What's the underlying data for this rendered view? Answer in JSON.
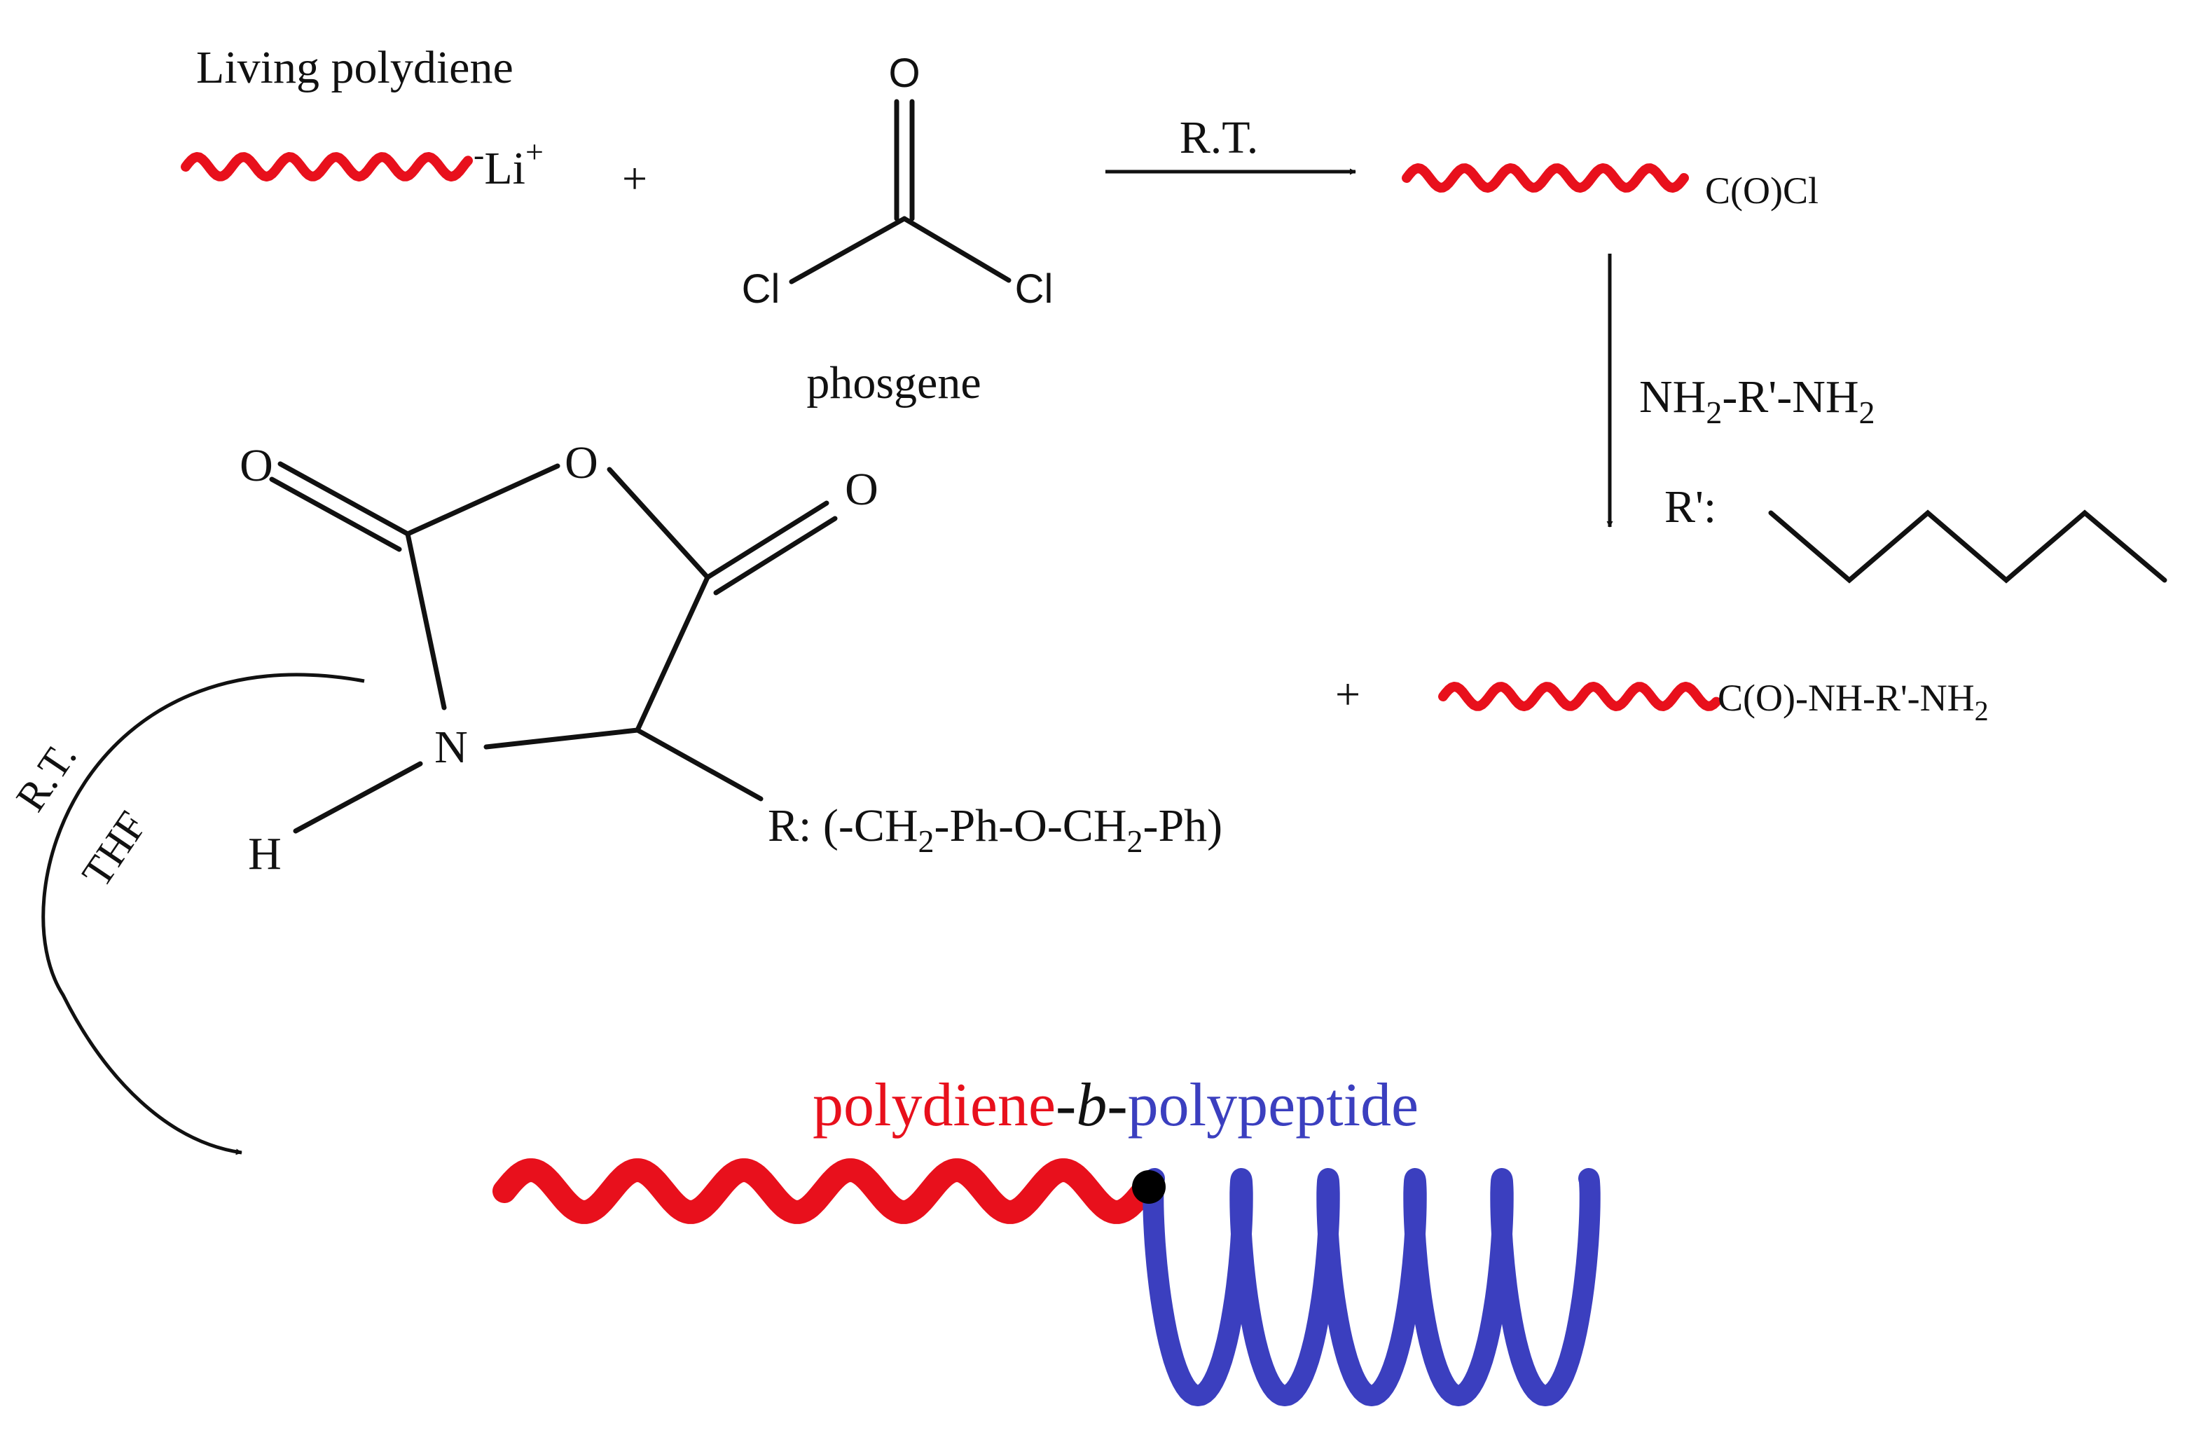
{
  "colors": {
    "polydiene": "#e8101c",
    "polypeptide": "#3b3fbf",
    "block_dot": "#000000",
    "text": "#111111"
  },
  "labels": {
    "living_polydiene": "Living polydiene",
    "li_minus": "-",
    "li": "Li",
    "li_plus": "+",
    "plus": "+",
    "phosgene_o": "O",
    "phosgene_cl_left": "Cl",
    "phosgene_cl_right": "Cl",
    "phosgene": "phosgene",
    "rt_top": "R.T.",
    "acyl_chloride_end": "C(O)Cl",
    "diamine_nh": "NH",
    "diamine_sub1": "2",
    "diamine_mid": "-R'-NH",
    "diamine_sub2": "2",
    "r_prime": "R':",
    "amide_end": "C(O)-NH-R'-NH",
    "amide_sub": "2",
    "nca_o_left": "O",
    "nca_o_ring": "O",
    "nca_o_right": "O",
    "nca_n": "N",
    "nca_h": "H",
    "r_group_a": "R: (-CH",
    "r_group_sub1": "2",
    "r_group_b": "-Ph-O-CH",
    "r_group_sub2": "2",
    "r_group_c": "-Ph)",
    "rt_curve": "R.T.",
    "thf": "THF",
    "product_polydiene": "polydiene",
    "product_dash1": "-",
    "product_b": "b",
    "product_dash2": "-",
    "product_polypeptide": "polypeptide"
  }
}
